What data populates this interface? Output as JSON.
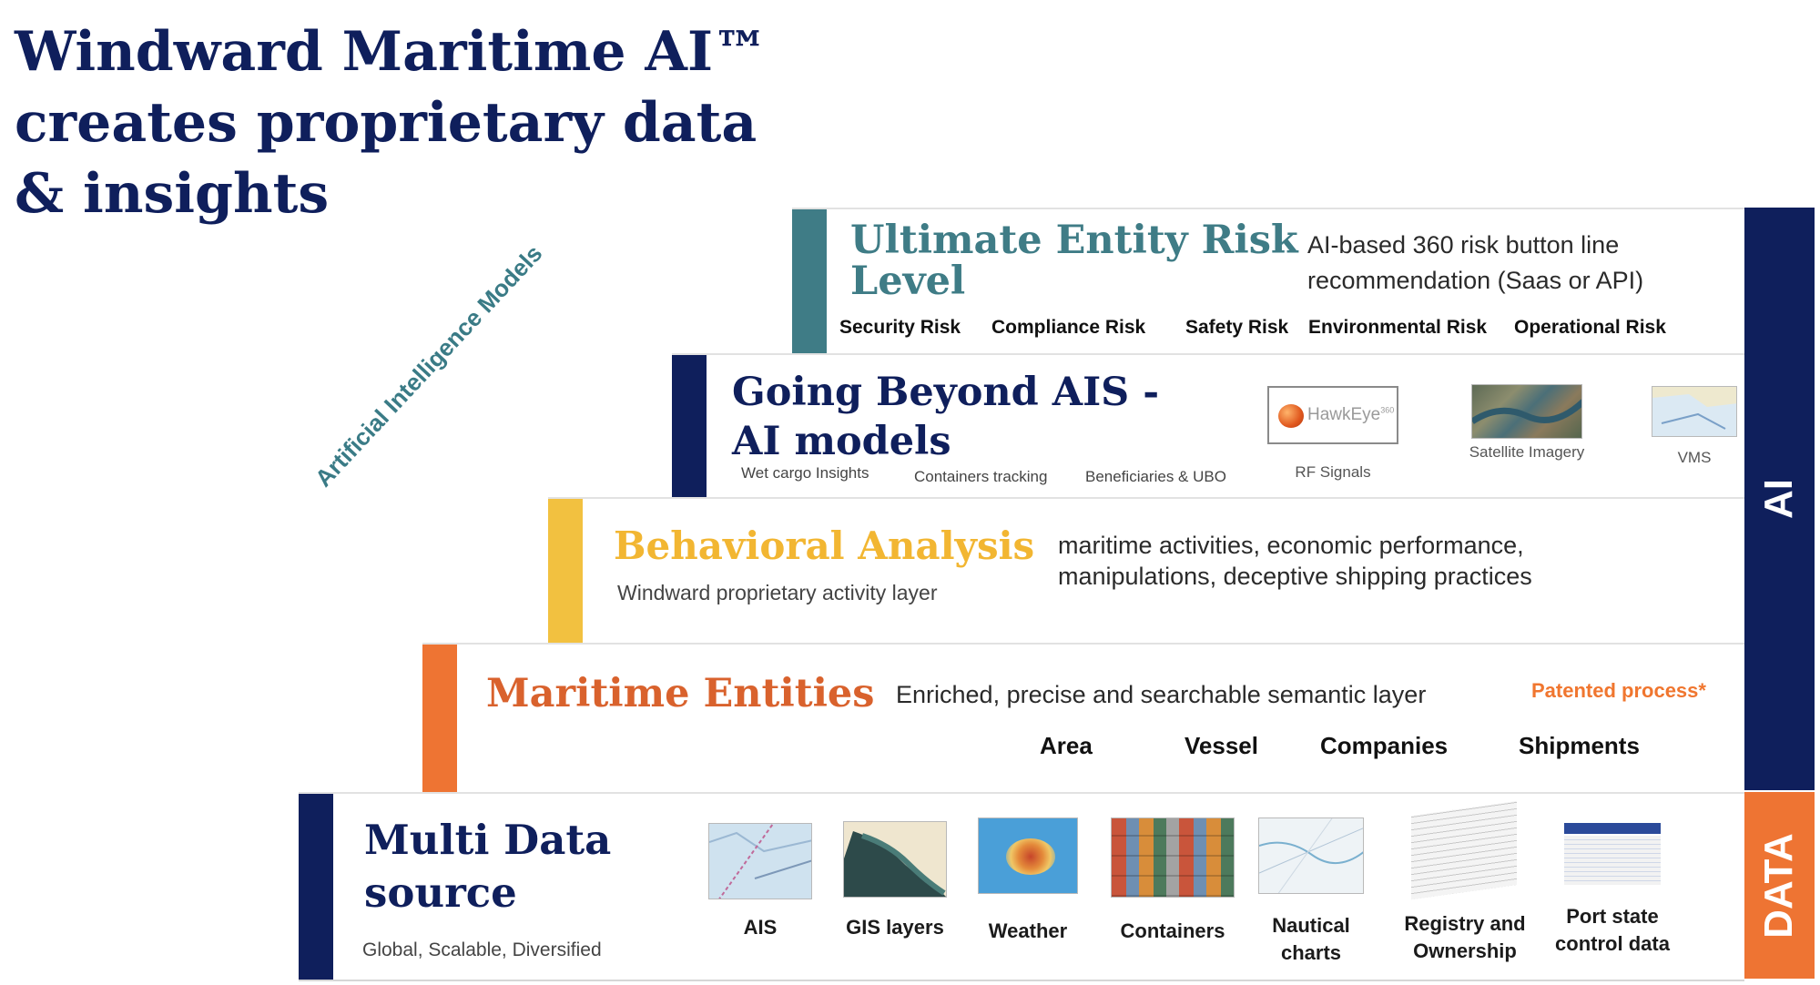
{
  "title": [
    "Windward Maritime AI™",
    "creates proprietary data",
    "& insights"
  ],
  "diagonal_label": "Artificial Intelligence Models",
  "side_labels": {
    "ai": "AI",
    "data": "DATA"
  },
  "colors": {
    "navy": "#0f1f5c",
    "teal": "#3f7c86",
    "yellow": "#f2c140",
    "orange": "#ee7433",
    "entities_title": "#d9622d",
    "patented": "#f0762f"
  },
  "layers": {
    "ultimate": {
      "title": [
        "Ultimate Entity Risk",
        "Level"
      ],
      "description": [
        "AI-based 360 risk button line",
        "recommendation (Saas or API)"
      ],
      "risks": [
        "Security  Risk",
        "Compliance  Risk",
        "Safety Risk",
        "Environmental  Risk",
        "Operational  Risk"
      ]
    },
    "beyond": {
      "title": [
        "Going Beyond AIS -",
        "AI models"
      ],
      "items": [
        "Wet cargo Insights",
        "Containers tracking",
        "Beneficiaries & UBO"
      ],
      "sources": [
        {
          "label": "RF Signals",
          "logo_text": "HawkEye",
          "logo_sup": "360",
          "icon": "hawkeye-logo"
        },
        {
          "label": "Satellite Imagery",
          "icon": "satellite-image"
        },
        {
          "label": "VMS",
          "icon": "vms-map"
        }
      ]
    },
    "behavioral": {
      "title": "Behavioral Analysis",
      "subtitle": "Windward proprietary activity layer",
      "description": [
        "maritime activities, economic performance,",
        "manipulations, deceptive shipping practices"
      ]
    },
    "entities": {
      "title": "Maritime Entities",
      "description": "Enriched, precise and searchable semantic layer",
      "patented": "Patented process*",
      "entities": [
        "Area",
        "Vessel",
        "Companies",
        "Shipments"
      ]
    },
    "multi": {
      "title": [
        "Multi Data",
        "source"
      ],
      "subtitle": "Global, Scalable, Diversified",
      "sources": [
        {
          "label": [
            "AIS"
          ],
          "icon": "ais-map"
        },
        {
          "label": [
            "GIS layers"
          ],
          "icon": "gis-map"
        },
        {
          "label": [
            "Weather"
          ],
          "icon": "weather-map"
        },
        {
          "label": [
            "Containers"
          ],
          "icon": "containers-photo"
        },
        {
          "label": [
            "Nautical",
            "charts"
          ],
          "icon": "nautical-chart"
        },
        {
          "label": [
            "Registry and",
            "Ownership"
          ],
          "icon": "registry-table"
        },
        {
          "label": [
            "Port state",
            "control data"
          ],
          "icon": "port-state-table"
        }
      ]
    }
  }
}
